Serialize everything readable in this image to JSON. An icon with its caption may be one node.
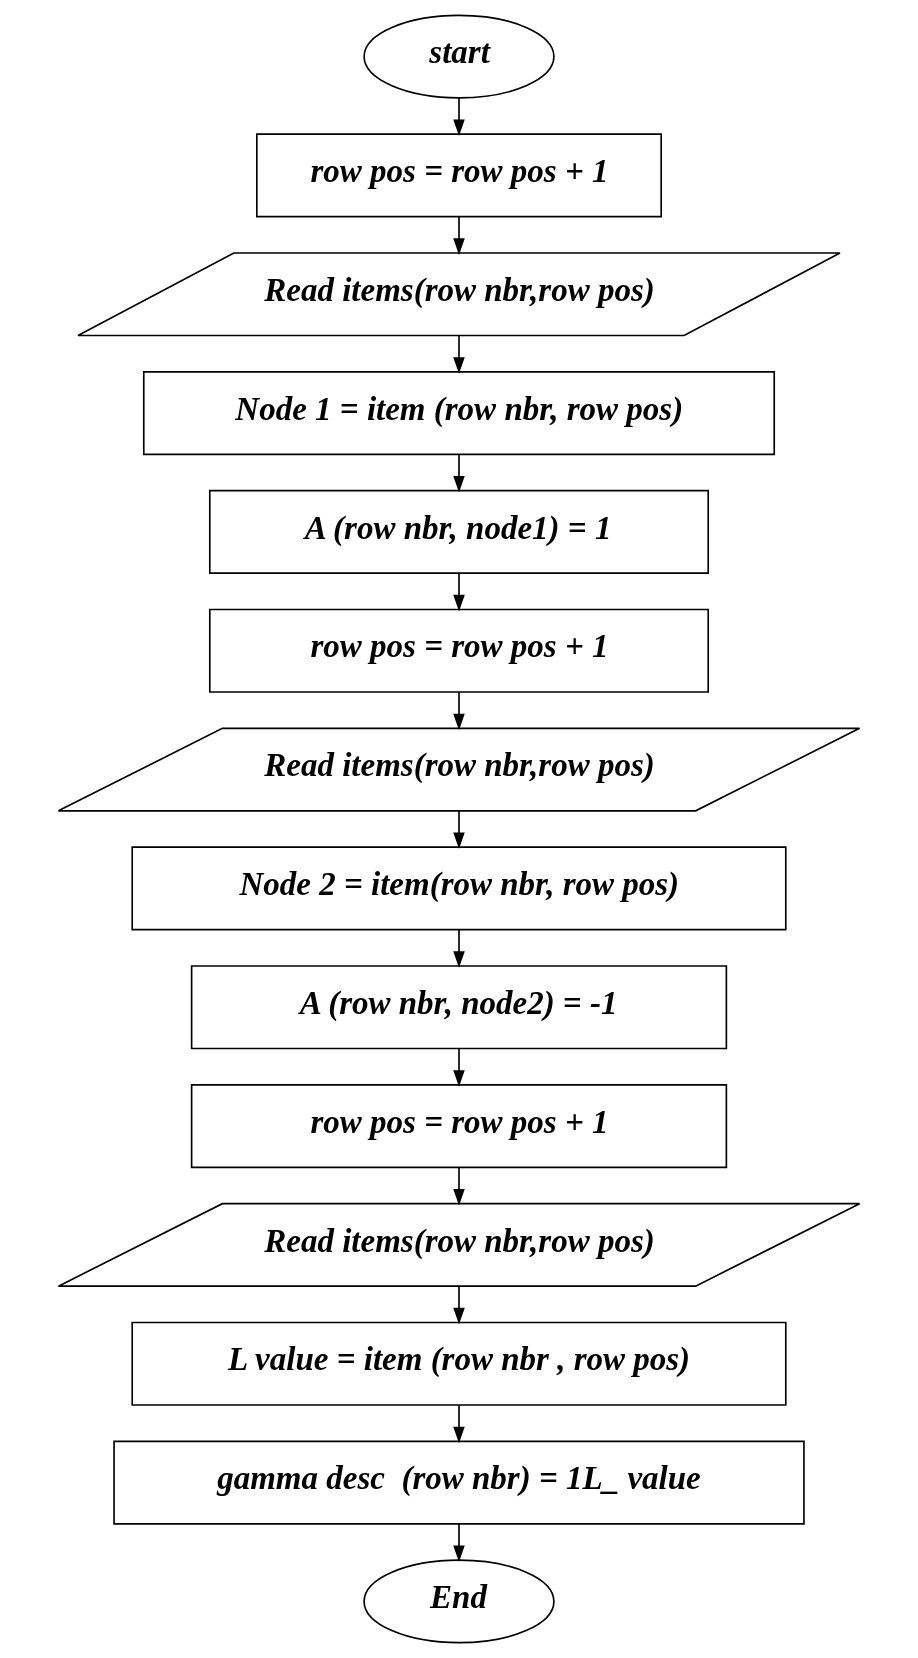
{
  "diagram": {
    "nodes": [
      {
        "text": [
          "start"
        ]
      },
      {
        "text": [
          "row pos = row pos + 1"
        ]
      },
      {
        "text": [
          "Read items(row nbr,row pos)"
        ]
      },
      {
        "text": [
          "Node 1 = item (row nbr, row pos)"
        ]
      },
      {
        "text": [
          "A (row nbr, node1) = 1"
        ]
      },
      {
        "text": [
          "row pos = row pos + 1"
        ]
      },
      {
        "text": [
          "Read items(row nbr,row pos)"
        ]
      },
      {
        "text": [
          "Node 2 = item(row nbr, row pos)"
        ]
      },
      {
        "text": [
          "A (row nbr, node2) = -1"
        ]
      },
      {
        "text": [
          "row pos = row pos + 1"
        ]
      },
      {
        "text": [
          "Read items(row nbr,row pos)"
        ]
      },
      {
        "text": [
          "L value = item (row nbr , row pos)"
        ]
      },
      {
        "text": [
          "gamma desc  (row nbr) = 1L_ value"
        ]
      },
      {
        "text": [
          "End"
        ]
      }
    ],
    "edges": [
      {
        "from": 0,
        "to": 1,
        "arrow": "to"
      },
      {
        "from": 1,
        "to": 2,
        "arrow": "to"
      },
      {
        "from": 2,
        "to": 3,
        "arrow": "to"
      },
      {
        "from": 3,
        "to": 4,
        "arrow": "to"
      },
      {
        "from": 4,
        "to": 5,
        "arrow": "to"
      },
      {
        "from": 5,
        "to": 6,
        "arrow": "to"
      },
      {
        "from": 6,
        "to": 7,
        "arrow": "to"
      },
      {
        "from": 7,
        "to": 8,
        "arrow": "to"
      },
      {
        "from": 8,
        "to": 9,
        "arrow": "to"
      },
      {
        "from": 9,
        "to": 10,
        "arrow": "to"
      },
      {
        "from": 10,
        "to": 11,
        "arrow": "to"
      },
      {
        "from": 11,
        "to": 12,
        "arrow": "to"
      },
      {
        "from": 12,
        "to": 13,
        "arrow": "to"
      }
    ]
  }
}
